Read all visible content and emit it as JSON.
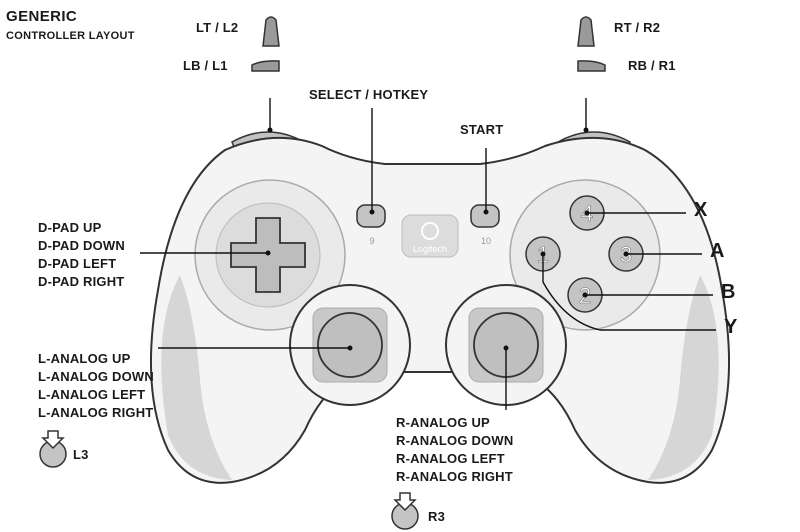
{
  "header": {
    "title": "GENERIC",
    "subtitle": "CONTROLLER LAYOUT"
  },
  "labels": {
    "lt_l2": "LT / L2",
    "lb_l1": "LB / L1",
    "rt_r2": "RT / R2",
    "rb_r1": "RB / R1",
    "select_hotkey": "SELECT / HOTKEY",
    "start": "START",
    "dpad": [
      "D-PAD UP",
      "D-PAD DOWN",
      "D-PAD LEFT",
      "D-PAD RIGHT"
    ],
    "l_analog": [
      "L-ANALOG UP",
      "L-ANALOG DOWN",
      "L-ANALOG LEFT",
      "L-ANALOG RIGHT"
    ],
    "r_analog": [
      "R-ANALOG UP",
      "R-ANALOG DOWN",
      "R-ANALOG LEFT",
      "R-ANALOG RIGHT"
    ],
    "l3": "L3",
    "r3": "R3",
    "face_x": "X",
    "face_a": "A",
    "face_b": "B",
    "face_y": "Y"
  },
  "controller": {
    "brand": "Logitech",
    "button_9": "9",
    "button_10": "10",
    "face_buttons": [
      "1",
      "2",
      "3",
      "4"
    ]
  },
  "colors": {
    "outline": "#3a3a3a",
    "body": "#f4f4f4",
    "grip": "#d6d6d6",
    "button": "#c4c4c4",
    "label": "#1a1a1a"
  },
  "icons": [
    "stick-press-icon",
    "logitech-logo-icon"
  ]
}
